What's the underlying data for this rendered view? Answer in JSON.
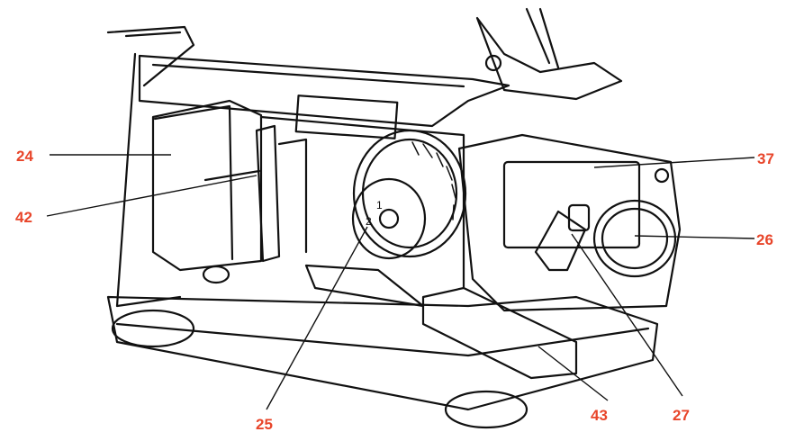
{
  "colors": {
    "paper": "#ffffff",
    "ink": "#111111",
    "callout": "#e8452a",
    "bleed_text": "#b8b8b8"
  },
  "diagram": {
    "subject": "projector front detail (line illustration)",
    "callouts": [
      {
        "id": "c24",
        "label": "24"
      },
      {
        "id": "c42",
        "label": "42"
      },
      {
        "id": "c25",
        "label": "25"
      },
      {
        "id": "c37",
        "label": "37"
      },
      {
        "id": "c26",
        "label": "26"
      },
      {
        "id": "c43",
        "label": "43"
      },
      {
        "id": "c27",
        "label": "27"
      }
    ],
    "dial_numbers": [
      "1",
      "2"
    ]
  }
}
